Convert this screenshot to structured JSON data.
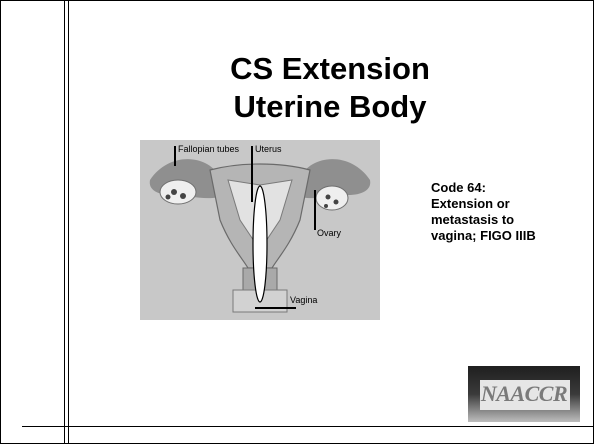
{
  "title": {
    "line1": "CS Extension",
    "line2": "Uterine Body"
  },
  "figure": {
    "labels": {
      "fallopian": "Fallopian tubes",
      "uterus": "Uterus",
      "ovary": "Ovary",
      "vagina": "Vagina"
    }
  },
  "code": {
    "lines": [
      "Code 64:",
      "Extension or",
      "metastasis to",
      "vagina; FIGO IIIB"
    ]
  },
  "logo": {
    "text": "NAACCR"
  }
}
